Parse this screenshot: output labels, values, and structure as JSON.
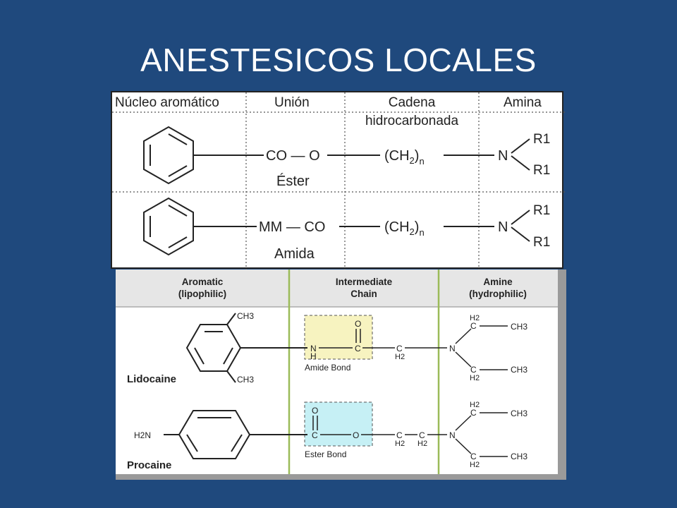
{
  "slide": {
    "title": "ANESTESICOS LOCALES"
  },
  "top_diagram": {
    "headers": {
      "nucleus": "Núcleo aromático",
      "union": "Unión",
      "chain_line1": "Cadena",
      "chain_line2": "hidrocarbonada",
      "amine": "Amina"
    },
    "ester_row": {
      "link": "CO — O",
      "link_label": "Éster",
      "chain": "(CH",
      "chain_sub": "2",
      "chain_close": ")",
      "chain_n": "n",
      "n_atom": "N",
      "r_upper": "R1",
      "r_lower": "R1"
    },
    "amide_row": {
      "link": "MM — CO",
      "link_label": "Amida",
      "chain": "(CH",
      "chain_sub": "2",
      "chain_close": ")",
      "chain_n": "n",
      "n_atom": "N",
      "r_upper": "R1",
      "r_lower": "R1"
    }
  },
  "bottom_diagram": {
    "headers": {
      "aromatic_line1": "Aromatic",
      "aromatic_line2": "(lipophilic)",
      "intermediate_line1": "Intermediate",
      "intermediate_line2": "Chain",
      "amine_line1": "Amine",
      "amine_line2": "(hydrophilic)"
    },
    "lidocaine": {
      "name": "Lidocaine",
      "ch3_top": "CH3",
      "ch3_bottom": "CH3",
      "nh_n": "N",
      "nh_h": "H",
      "carbonyl_o": "O",
      "carbonyl_c": "C",
      "ch2_c": "C",
      "ch2_h": "H2",
      "bond_label": "Amide Bond",
      "amine_n": "N",
      "eth_upper_h": "H2",
      "eth_upper_c": "C",
      "eth_upper_ch3": "CH3",
      "eth_lower_c": "C",
      "eth_lower_h": "H2",
      "eth_lower_ch3": "CH3",
      "highlight_color": "#f7f3c0"
    },
    "procaine": {
      "name": "Procaine",
      "h2n": "H2N",
      "carbonyl_o": "O",
      "carbonyl_c": "C",
      "ester_o": "O",
      "c1": "C",
      "c1_h": "H2",
      "c2": "C",
      "c2_h": "H2",
      "bond_label": "Ester Bond",
      "amine_n": "N",
      "eth_upper_h": "H2",
      "eth_upper_c": "C",
      "eth_upper_ch3": "CH3",
      "eth_lower_c": "C",
      "eth_lower_h": "H2",
      "eth_lower_ch3": "CH3",
      "highlight_color": "#c6f0f5"
    },
    "colors": {
      "header_bg": "#e6e6e6",
      "divider": "#9bbb59"
    }
  }
}
